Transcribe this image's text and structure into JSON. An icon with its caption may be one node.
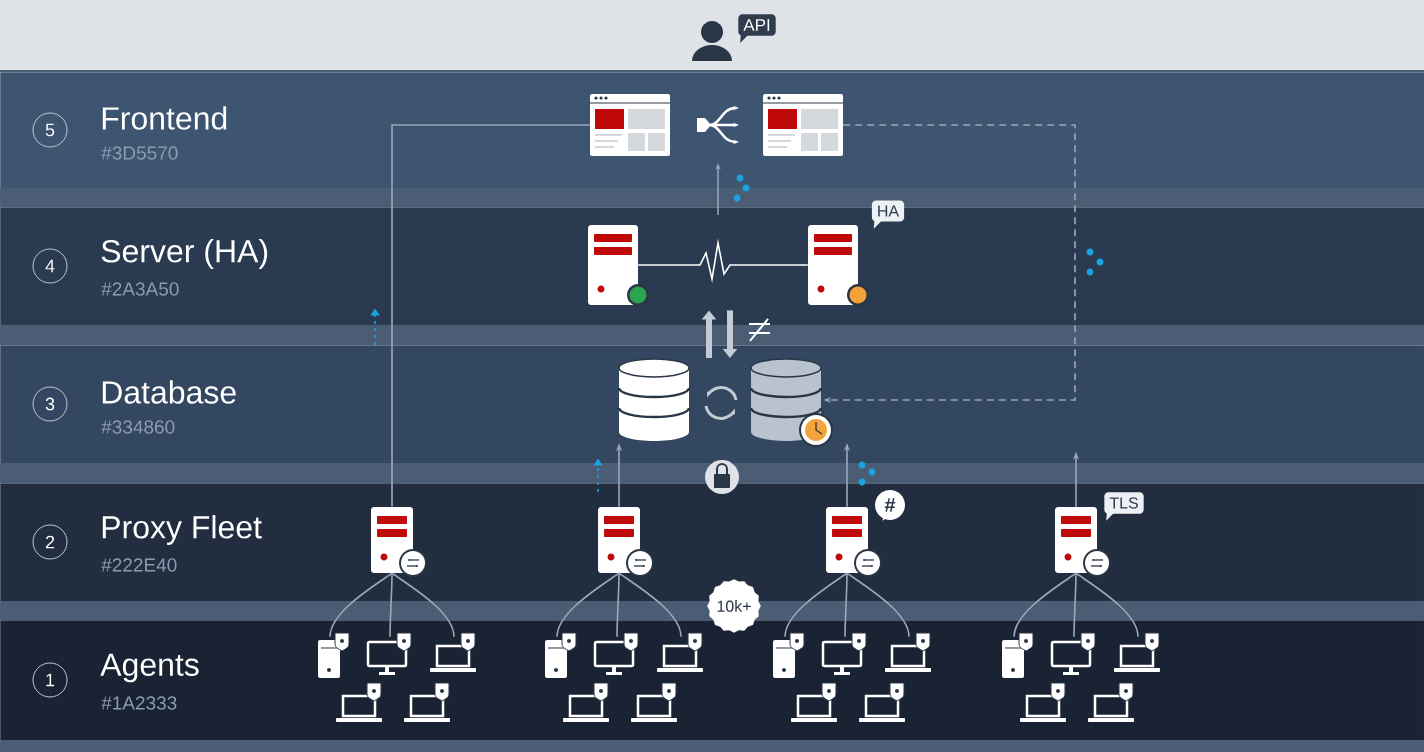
{
  "diagram": {
    "nodes": [
      {
        "text": [
          "API"
        ]
      },
      {
        "text": [
          "Frontend",
          "#3D5570"
        ]
      },
      {
        "text": [
          "5"
        ],
        "in": 1
      },
      {
        "text": [],
        "shape": "window",
        "in": 1
      },
      {
        "text": [],
        "shape": "window",
        "in": 1
      },
      {
        "text": [
          "Server (HA)",
          "#2A3A50"
        ]
      },
      {
        "text": [
          "4"
        ],
        "in": 5
      },
      {
        "text": [],
        "shape": "server",
        "in": 5
      },
      {
        "text": [],
        "shape": "server",
        "in": 5
      },
      {
        "text": [
          "HA"
        ],
        "in": 5
      },
      {
        "text": [
          "Database",
          "#334860"
        ]
      },
      {
        "text": [
          "3"
        ],
        "in": 10
      },
      {
        "text": [],
        "shape": "cylinder",
        "in": 10
      },
      {
        "text": [],
        "shape": "cylinder",
        "in": 10
      },
      {
        "text": [
          "Proxy Fleet",
          "#222E40"
        ]
      },
      {
        "text": [
          "2"
        ],
        "in": 14
      },
      {
        "text": [],
        "shape": "server",
        "in": 14
      },
      {
        "text": [],
        "shape": "server",
        "in": 14
      },
      {
        "text": [],
        "shape": "server",
        "in": 14
      },
      {
        "text": [],
        "shape": "server",
        "in": 14
      },
      {
        "text": [
          "#"
        ],
        "in": 14
      },
      {
        "text": [
          "TLS"
        ],
        "in": 14
      },
      {
        "text": [
          "Agents",
          "#1A2333"
        ]
      },
      {
        "text": [
          "1"
        ],
        "in": 22
      },
      {
        "text": [],
        "shape": "computer",
        "in": 22
      },
      {
        "text": [],
        "shape": "monitor",
        "in": 22
      },
      {
        "text": [],
        "shape": "laptop",
        "in": 22
      },
      {
        "text": [],
        "shape": "laptop",
        "in": 22
      },
      {
        "text": [],
        "shape": "laptop",
        "in": 22
      },
      {
        "text": [],
        "shape": "computer",
        "in": 22
      },
      {
        "text": [],
        "shape": "monitor",
        "in": 22
      },
      {
        "text": [],
        "shape": "laptop",
        "in": 22
      },
      {
        "text": [],
        "shape": "laptop",
        "in": 22
      },
      {
        "text": [],
        "shape": "laptop",
        "in": 22
      },
      {
        "text": [],
        "shape": "computer",
        "in": 22
      },
      {
        "text": [],
        "shape": "monitor",
        "in": 22
      },
      {
        "text": [],
        "shape": "laptop",
        "in": 22
      },
      {
        "text": [],
        "shape": "laptop",
        "in": 22
      },
      {
        "text": [],
        "shape": "laptop",
        "in": 22
      },
      {
        "text": [],
        "shape": "computer",
        "in": 22
      },
      {
        "text": [],
        "shape": "monitor",
        "in": 22
      },
      {
        "text": [],
        "shape": "laptop",
        "in": 22
      },
      {
        "text": [],
        "shape": "laptop",
        "in": 22
      },
      {
        "text": [],
        "shape": "laptop",
        "in": 22
      },
      {
        "text": [
          "10k+"
        ]
      }
    ],
    "edges": [
      {
        "from": 16,
        "to": 3,
        "arrow": "none"
      },
      {
        "from": 17,
        "to": 12,
        "arrow": "to"
      },
      {
        "from": 18,
        "to": 13,
        "arrow": "to"
      },
      {
        "from": 19,
        "to": 10,
        "arrow": "to"
      },
      {
        "from": 4,
        "to": 13,
        "arrow": "to",
        "style": "dashed"
      },
      {
        "from": 7,
        "to": 8,
        "arrow": "none",
        "color": "#ffffff"
      },
      {
        "from": 16,
        "to": 24,
        "arrow": "none"
      },
      {
        "from": 16,
        "to": 25,
        "arrow": "none"
      },
      {
        "from": 16,
        "to": 26,
        "arrow": "none"
      },
      {
        "from": 17,
        "to": 29,
        "arrow": "none"
      },
      {
        "from": 17,
        "to": 30,
        "arrow": "none"
      },
      {
        "from": 17,
        "to": 31,
        "arrow": "none"
      },
      {
        "from": 18,
        "to": 34,
        "arrow": "none"
      },
      {
        "from": 18,
        "to": 35,
        "arrow": "none"
      },
      {
        "from": 18,
        "to": 36,
        "arrow": "none"
      },
      {
        "from": 19,
        "to": 39,
        "arrow": "none"
      },
      {
        "from": 19,
        "to": 40,
        "arrow": "none"
      },
      {
        "from": 19,
        "to": 41,
        "arrow": "none"
      },
      {
        "from": 14,
        "to": 10,
        "arrow": "to",
        "style": "dashed",
        "color": "#1aa3e0"
      },
      {
        "from": 10,
        "to": 5,
        "arrow": "to",
        "style": "dashed",
        "color": "#1aa3e0"
      },
      {
        "from": 10,
        "to": 5,
        "arrow": "to",
        "style": "thick",
        "color": "#c3cbd4"
      },
      {
        "from": 5,
        "to": 10,
        "arrow": "to",
        "style": "thick",
        "color": "#c3cbd4"
      }
    ]
  }
}
